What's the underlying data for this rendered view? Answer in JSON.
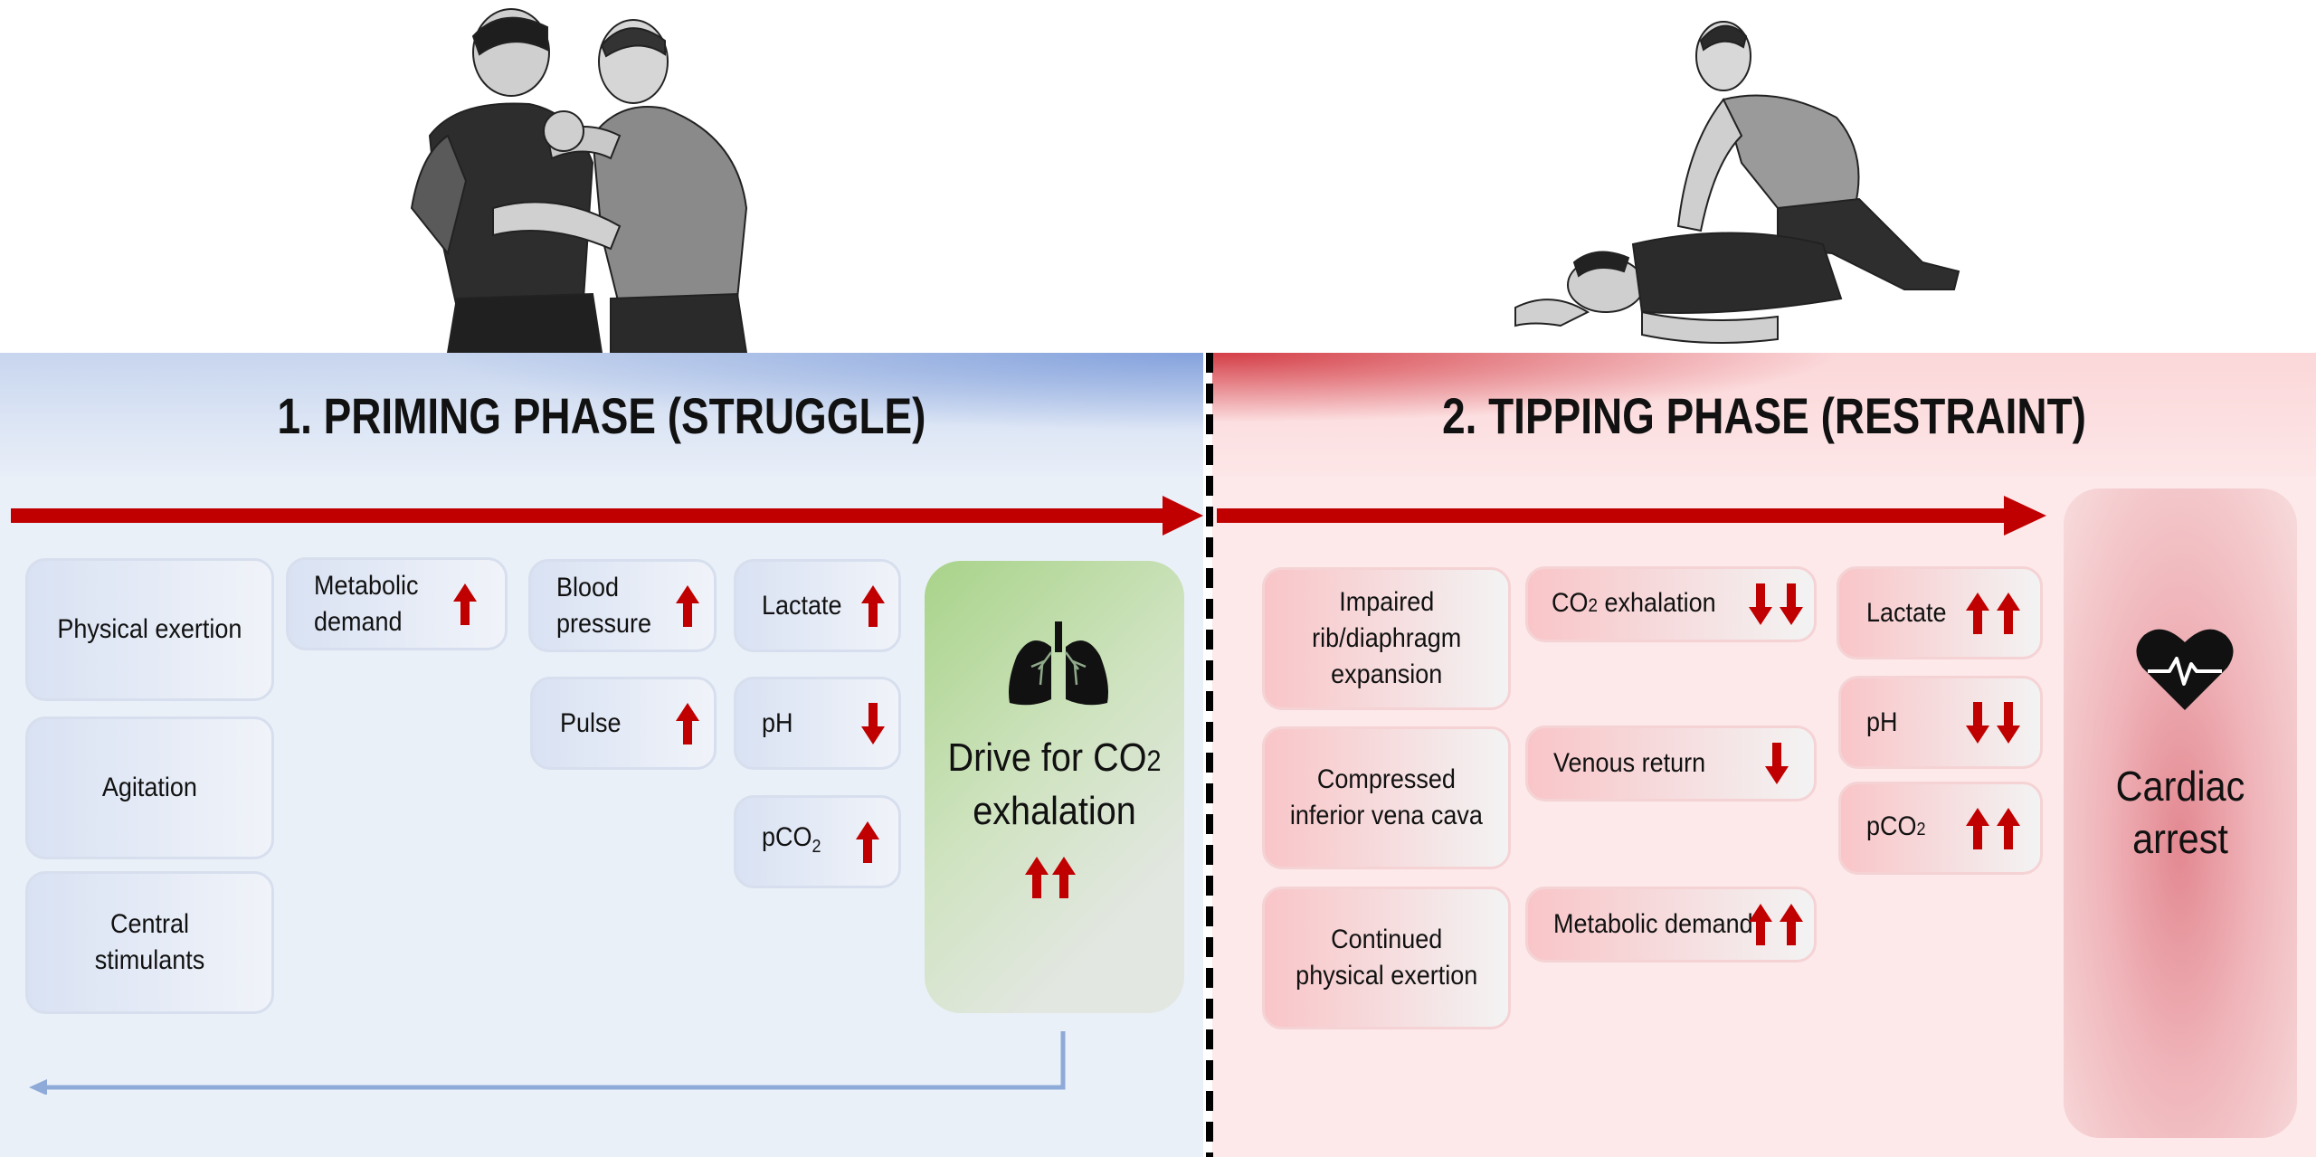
{
  "colors": {
    "arrow_red": "#c00000",
    "feedback_blue": "#8eaad8",
    "priming_bg": "#eaf0f8",
    "tipping_bg": "#fde9ea"
  },
  "phases": {
    "priming": {
      "title": "1. PRIMING PHASE (STRUGGLE)"
    },
    "tipping": {
      "title": "2. TIPPING PHASE (RESTRAINT)"
    }
  },
  "priming_causes": [
    "Physical exertion",
    "Agitation",
    "Central stimulants"
  ],
  "priming_causes_lines": [
    [
      "Physical exertion"
    ],
    [
      "Agitation"
    ],
    [
      "Central",
      "stimulants"
    ]
  ],
  "priming_effects": [
    {
      "lines": [
        "Metabolic",
        "demand"
      ],
      "direction": "up",
      "count": 1
    },
    {
      "lines": [
        "Blood",
        "pressure"
      ],
      "direction": "up",
      "count": 1
    },
    {
      "lines": [
        "Pulse"
      ],
      "direction": "up",
      "count": 1
    },
    {
      "lines": [
        "Lactate"
      ],
      "direction": "up",
      "count": 1
    },
    {
      "lines": [
        "pH"
      ],
      "direction": "down",
      "count": 1
    },
    {
      "lines": [
        "pCO",
        "2"
      ],
      "direction": "up",
      "count": 1
    }
  ],
  "drive": {
    "line1": "Drive for CO",
    "sub": "2",
    "line2": "exhalation",
    "direction": "up",
    "count": 2,
    "icon": "lungs-icon"
  },
  "tipping_causes_lines": [
    [
      "Impaired",
      "rib/diaphragm",
      "expansion"
    ],
    [
      "Compressed",
      "inferior vena cava"
    ],
    [
      "Continued",
      "physical exertion"
    ]
  ],
  "tipping_mechanisms": [
    {
      "text": "CO",
      "sub": "2",
      "rest": " exhalation",
      "direction": "down",
      "count": 2
    },
    {
      "text": "Venous return",
      "sub": "",
      "rest": "",
      "direction": "down",
      "count": 1
    },
    {
      "text": "Metabolic demand",
      "sub": "",
      "rest": "",
      "direction": "up",
      "count": 2
    }
  ],
  "tipping_effects": [
    {
      "text": "Lactate",
      "sub": "",
      "direction": "up",
      "count": 2
    },
    {
      "text": "pH",
      "sub": "",
      "direction": "down",
      "count": 2
    },
    {
      "text": "pCO",
      "sub": "2",
      "direction": "up",
      "count": 2
    }
  ],
  "outcome": {
    "line1": "Cardiac",
    "line2": "arrest",
    "icon": "heart-ecg-icon"
  }
}
